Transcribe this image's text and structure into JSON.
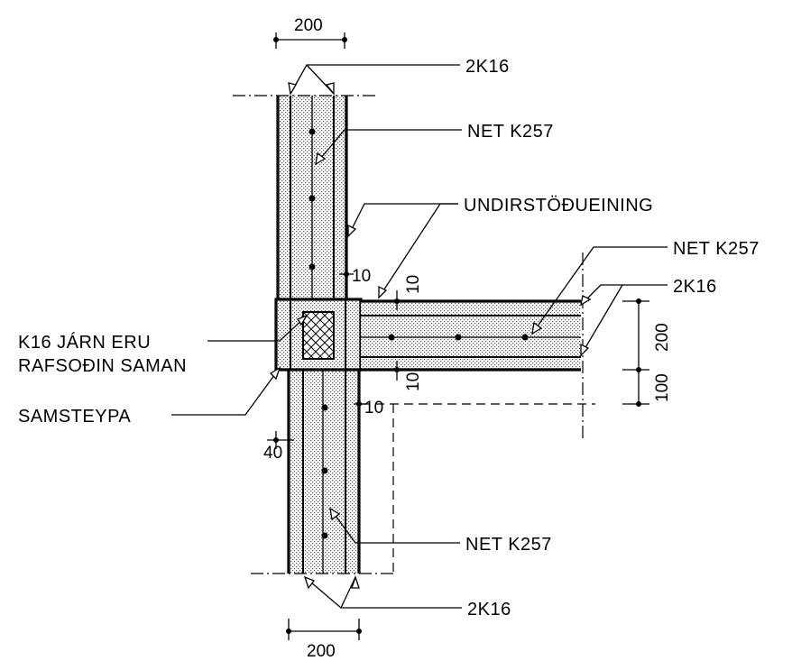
{
  "labels": {
    "rebar_top": "2K16",
    "mesh_top": "NET  K257",
    "support_unit": "UNDIRSTÖÐUEINING",
    "mesh_right": "NET  K257",
    "rebar_right": "2K16",
    "weld_note_line1": "K16  JÁRN  ERU",
    "weld_note_line2": "RAFSOÐIN  SAMAN",
    "composite": "SAMSTEYPA",
    "mesh_bottom": "NET  K257",
    "rebar_bottom": "2K16"
  },
  "dimensions": {
    "top_width": "200",
    "bottom_width": "200",
    "gap_upper": "10",
    "gap_lower": "10",
    "slab_gap_top": "10",
    "slab_gap_bottom": "10",
    "slab_height": "200",
    "slab_below": "100",
    "offset": "40"
  },
  "colors": {
    "line": "#000000",
    "hatch_fill": "#d9d9d9",
    "background": "#ffffff"
  }
}
